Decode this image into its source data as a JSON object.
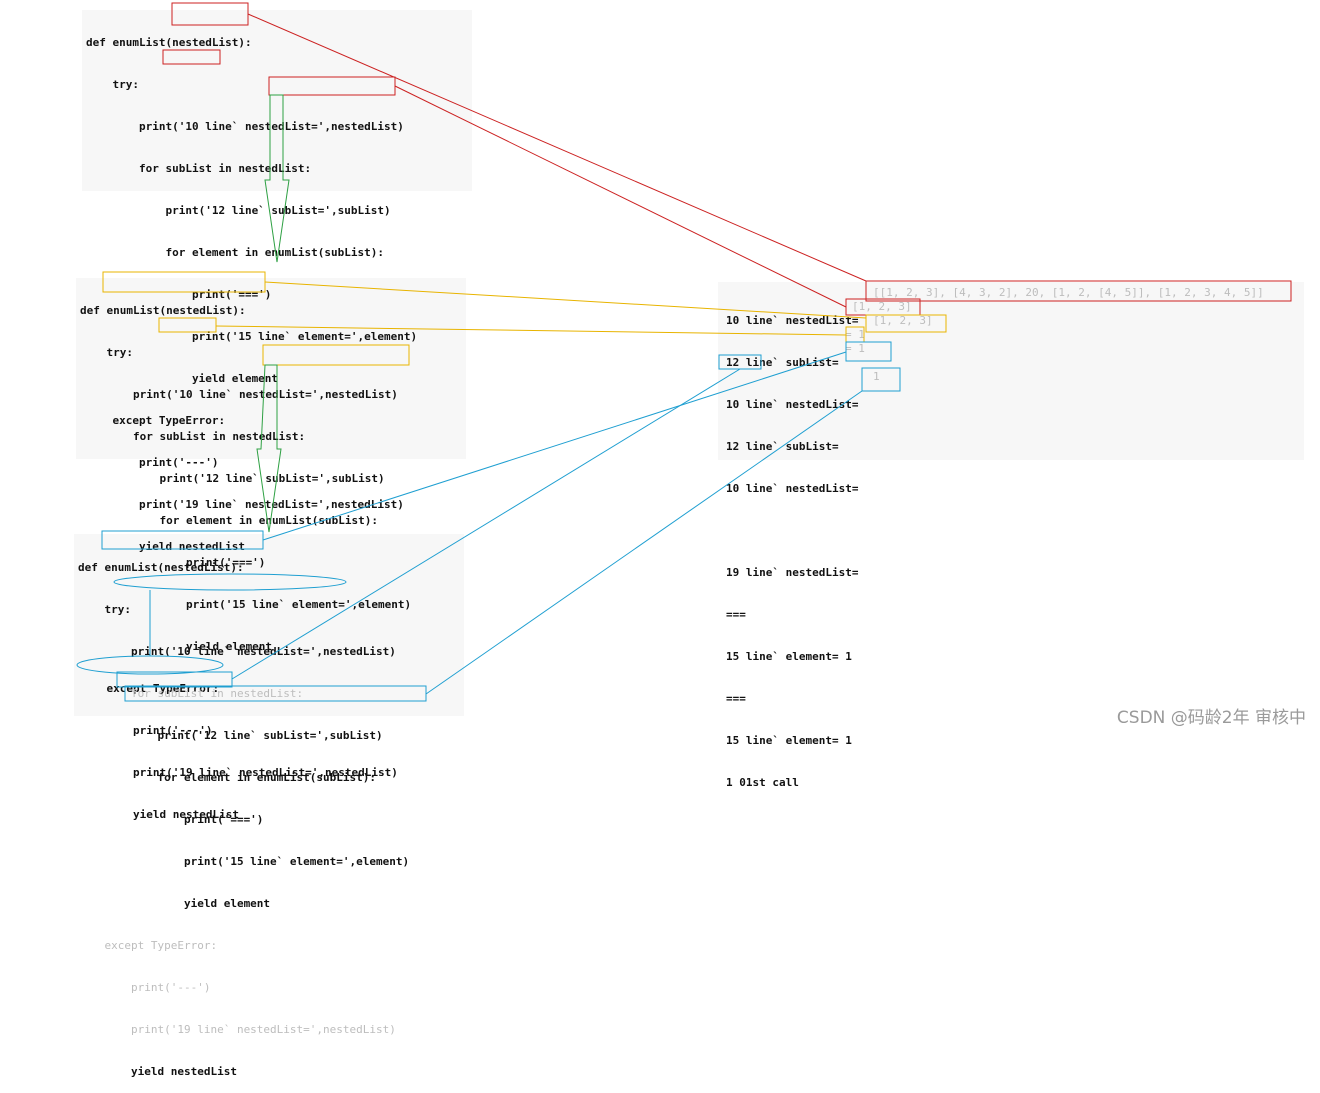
{
  "colors": {
    "red": "#cc2222",
    "yellow": "#e8b400",
    "cyan": "#1f9fd1",
    "green": "#2ea043",
    "panel": "#f7f7f7",
    "faded": "#bdbdbd"
  },
  "block1": {
    "lines": [
      "def enumList(nestedList):",
      "    try:",
      "        print('10 line` nestedList=',nestedList)",
      "        for subList in nestedList:",
      "            print('12 line` subList=',subList)",
      "            for element in enumList(subList):",
      "                print('===')",
      "                print('15 line` element=',element)",
      "                yield element",
      "    except TypeError:",
      "        print('---')",
      "        print('19 line` nestedList=',nestedList)",
      "        yield nestedList"
    ]
  },
  "block2": {
    "lines": [
      "def enumList(nestedList):",
      "    try:",
      "        print('10 line` nestedList=',nestedList)",
      "        for subList in nestedList:",
      "            print('12 line` subList=',subList)",
      "            for element in enumList(subList):",
      "                print('===')",
      "                print('15 line` element=',element)",
      "                yield element",
      "    except TypeError:",
      "        print('---')",
      "        print('19 line` nestedList=',nestedList)",
      "        yield nestedList"
    ]
  },
  "block3": {
    "lines": [
      "def enumList(nestedList):",
      "    try:",
      "        print('10 line` nestedList=',nestedList)",
      "        for subList in nestedList:",
      "            print('12 line` subList=',subList)",
      "            for element in enumList(subList):",
      "                print('===')",
      "                print('15 line` element=',element)",
      "                yield element",
      "    except TypeError:",
      "        print('---')",
      "        print('19 line` nestedList=',nestedList)",
      "        yield nestedList"
    ]
  },
  "output": {
    "lines": [
      "10 line` nestedList=",
      "12 line` subList=",
      "10 line` nestedList=",
      "12 line` subList=",
      "10 line` nestedList=",
      "",
      "19 line` nestedList=",
      "===",
      "15 line` element= 1",
      "===",
      "15 line` element= 1",
      "1 01st call"
    ],
    "values": {
      "v1": "[[1, 2, 3], [4, 3, 2], 20, [1, 2, [4, 5]], [1, 2, 3, 4, 5]]",
      "v2": "[1, 2, 3]",
      "v3": "[1, 2, 3]",
      "v4": "= 1",
      "v5": "= 1",
      "v6": "1"
    }
  },
  "watermark": "CSDN @码龄2年 审核中"
}
